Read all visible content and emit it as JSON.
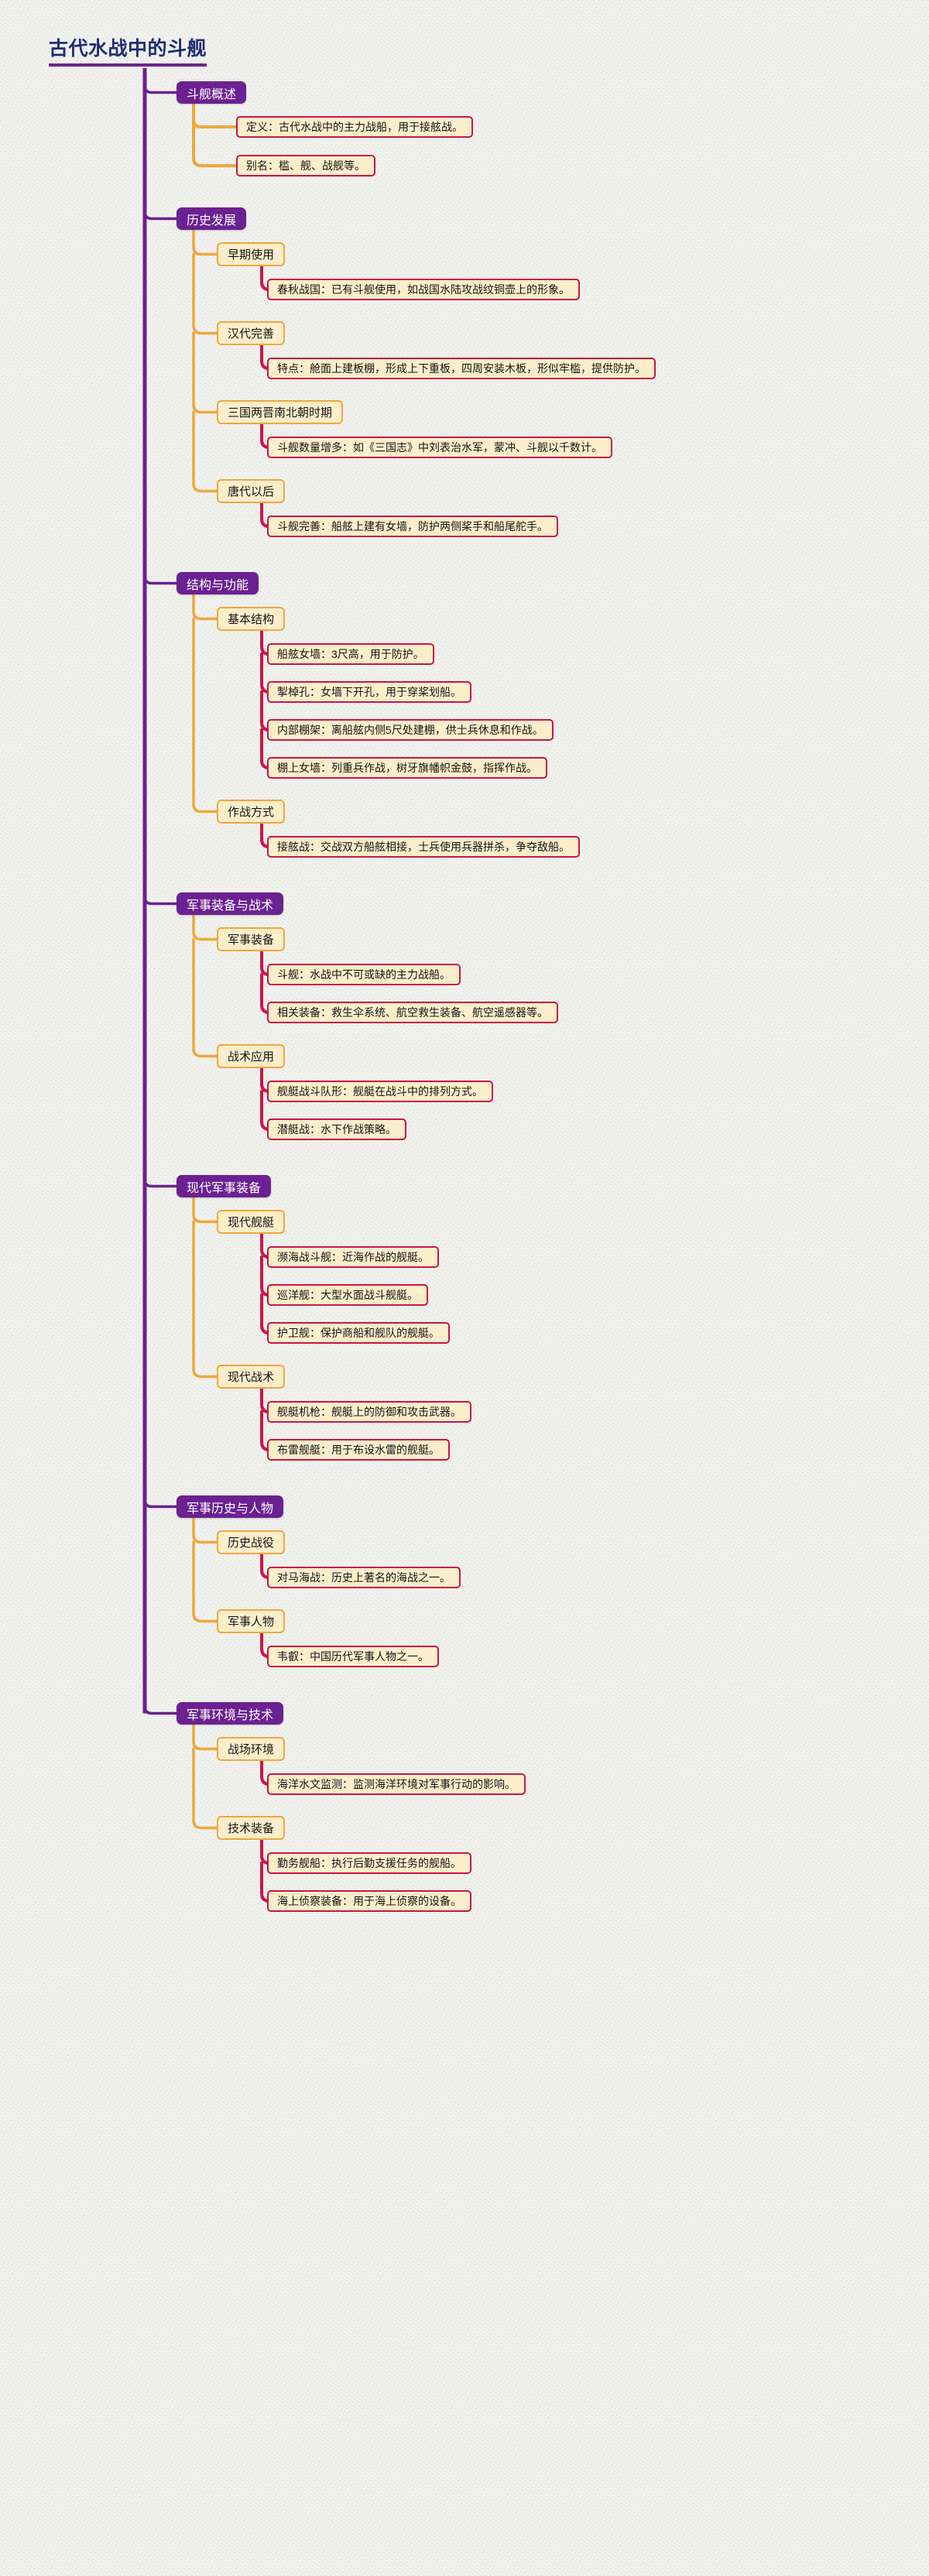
{
  "title": "古代水战中的斗舰",
  "theme": {
    "background": "#ebebe6",
    "title_color": "#1f2f72",
    "title_rule_color": "#6b2191",
    "level1_fill": "#6b2191",
    "level1_text": "#ffffff",
    "level2_fill": "#fceecb",
    "level2_border": "#f0a73c",
    "level3_fill": "#fceecb",
    "level3_border": "#cc1445",
    "trunk_color": "#6b2191",
    "branch_color": "#f0a73c",
    "leaf_color": "#cc1445"
  },
  "branches": [
    {
      "label": "斗舰概述",
      "children": [
        {
          "label": "定义：古代水战中的主力战船，用于接舷战。",
          "leaf": true
        },
        {
          "label": "别名：槛、舰、战舰等。",
          "leaf": true
        }
      ]
    },
    {
      "label": "历史发展",
      "children": [
        {
          "label": "早期使用",
          "children": [
            {
              "label": "春秋战国：已有斗舰使用，如战国水陆攻战纹铜壶上的形象。"
            }
          ]
        },
        {
          "label": "汉代完善",
          "children": [
            {
              "label": "特点：舱面上建板棚，形成上下重板，四周安装木板，形似牢槛，提供防护。"
            }
          ]
        },
        {
          "label": "三国两晋南北朝时期",
          "children": [
            {
              "label": "斗舰数量增多：如《三国志》中刘表治水军，蒙冲、斗舰以千数计。"
            }
          ]
        },
        {
          "label": "唐代以后",
          "children": [
            {
              "label": "斗舰完善：船舷上建有女墙，防护两侧桨手和船尾舵手。"
            }
          ]
        }
      ]
    },
    {
      "label": "结构与功能",
      "children": [
        {
          "label": "基本结构",
          "children": [
            {
              "label": "船舷女墙：3尺高，用于防护。"
            },
            {
              "label": "掣棹孔：女墙下开孔，用于穿桨划船。"
            },
            {
              "label": "内部棚架：离船舷内侧5尺处建棚，供士兵休息和作战。"
            },
            {
              "label": "棚上女墙：列重兵作战，树牙旗幡帜金鼓，指挥作战。"
            }
          ]
        },
        {
          "label": "作战方式",
          "children": [
            {
              "label": "接舷战：交战双方船舷相接，士兵使用兵器拼杀，争夺敌船。"
            }
          ]
        }
      ]
    },
    {
      "label": "军事装备与战术",
      "children": [
        {
          "label": "军事装备",
          "children": [
            {
              "label": "斗舰：水战中不可或缺的主力战船。"
            },
            {
              "label": "相关装备：救生伞系统、航空救生装备、航空遥感器等。"
            }
          ]
        },
        {
          "label": "战术应用",
          "children": [
            {
              "label": "舰艇战斗队形：舰艇在战斗中的排列方式。"
            },
            {
              "label": "潜艇战：水下作战策略。"
            }
          ]
        }
      ]
    },
    {
      "label": "现代军事装备",
      "children": [
        {
          "label": "现代舰艇",
          "children": [
            {
              "label": "濒海战斗舰：近海作战的舰艇。"
            },
            {
              "label": "巡洋舰：大型水面战斗舰艇。"
            },
            {
              "label": "护卫舰：保护商船和舰队的舰艇。"
            }
          ]
        },
        {
          "label": "现代战术",
          "children": [
            {
              "label": "舰艇机枪：舰艇上的防御和攻击武器。"
            },
            {
              "label": "布雷舰艇：用于布设水雷的舰艇。"
            }
          ]
        }
      ]
    },
    {
      "label": "军事历史与人物",
      "children": [
        {
          "label": "历史战役",
          "children": [
            {
              "label": "对马海战：历史上著名的海战之一。"
            }
          ]
        },
        {
          "label": "军事人物",
          "children": [
            {
              "label": "韦叡：中国历代军事人物之一。"
            }
          ]
        }
      ]
    },
    {
      "label": "军事环境与技术",
      "children": [
        {
          "label": "战场环境",
          "children": [
            {
              "label": "海洋水文监测：监测海洋环境对军事行动的影响。"
            }
          ]
        },
        {
          "label": "技术装备",
          "children": [
            {
              "label": "勤务舰船：执行后勤支援任务的舰船。"
            },
            {
              "label": "海上侦察装备：用于海上侦察的设备。"
            }
          ]
        }
      ]
    }
  ]
}
